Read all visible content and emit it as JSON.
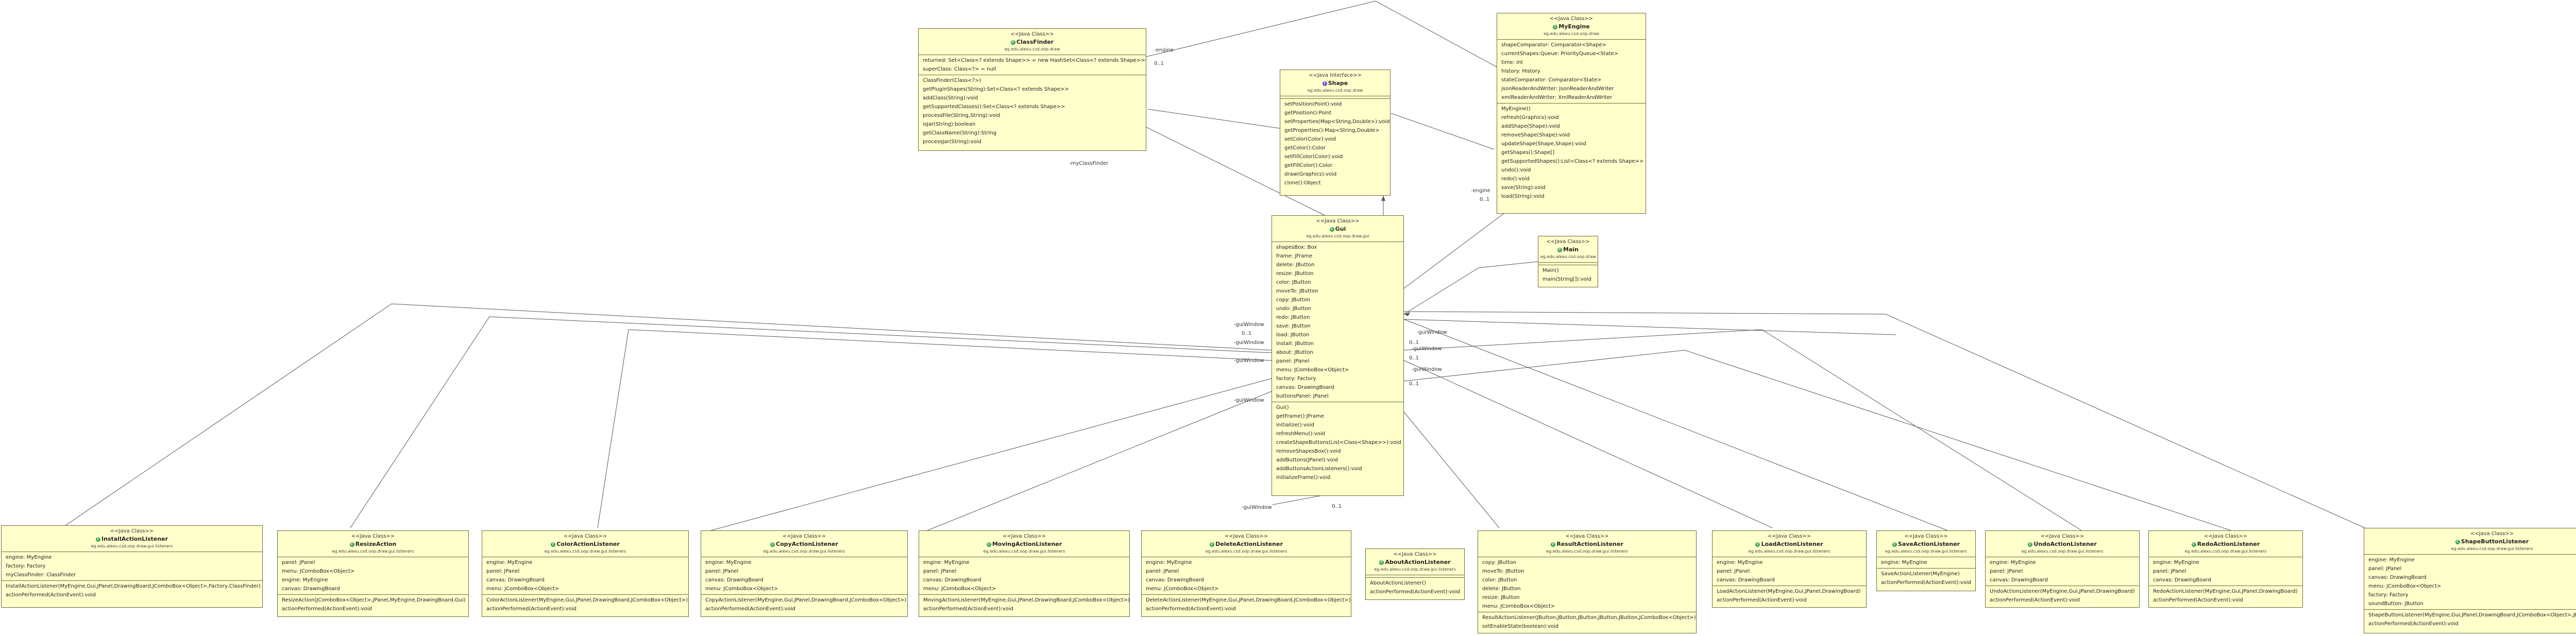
{
  "stereotypes": {
    "java_class": "<<Java Class>>",
    "java_interface": "<<Java Interface>>"
  },
  "classes": [
    {
      "id": "classfinder",
      "name": "ClassFinder",
      "pkg": "eg.edu.alexu.csd.oop.draw",
      "attrs": [
        "returned: Set<Class<? extends Shape>> = new HashSet<Class<? extends Shape>>()",
        "superClass: Class<?> = null"
      ],
      "ops": [
        "ClassFinder(Class<?>)",
        "getPluginShapes(String):Set<Class<? extends Shape>>",
        "addClass(String):void",
        "getSupportedClasses():Set<Class<? extends Shape>>",
        "processFile(String,String):void",
        "isJar(String):boolean",
        "getClassName(String):String",
        "processJar(String):void"
      ]
    },
    {
      "id": "shape",
      "name": "Shape",
      "pkg": "eg.edu.alexu.csd.oop.draw",
      "interface": true,
      "attrs": [],
      "ops": [
        "setPosition(Point):void",
        "getPosition():Point",
        "setProperties(Map<String,Double>):void",
        "getProperties():Map<String,Double>",
        "setColor(Color):void",
        "getColor():Color",
        "setFillColor(Color):void",
        "getFillColor():Color",
        "draw(Graphics):void",
        "clone():Object"
      ]
    },
    {
      "id": "myengine",
      "name": "MyEngine",
      "pkg": "eg.edu.alexu.csd.oop.draw",
      "attrs": [
        "shapeComparator: Comparator<Shape>",
        "currentShapes:Queue: PriorityQueue<State>",
        "time: int",
        "history: History",
        "stateComparator: Comparator<State>",
        "jsonReaderAndWriter: JsonReaderAndWriter",
        "xmlReaderAndWriter: XmlReaderAndWriter"
      ],
      "ops": [
        "MyEngine()",
        "refresh(Graphics):void",
        "addShape(Shape):void",
        "removeShape(Shape):void",
        "updateShape(Shape,Shape):void",
        "getShapes():Shape[]",
        "getSupportedShapes():List<Class<? extends Shape>>",
        "undo():void",
        "redo():void",
        "save(String):void",
        "load(String):void"
      ]
    },
    {
      "id": "gui",
      "name": "Gui",
      "pkg": "eg.edu.alexu.csd.oop.draw.gui",
      "attrs": [
        "shapesBox: Box",
        "frame: JFrame",
        "delete: JButton",
        "resize: JButton",
        "color: JButton",
        "moveTo: JButton",
        "copy: JButton",
        "undo: JButton",
        "redo: JButton",
        "save: JButton",
        "load: JButton",
        "install: JButton",
        "about: JButton",
        "panel: JPanel",
        "menu: JComboBox<Object>",
        "factory: Factory",
        "canvas: DrawingBoard",
        "buttonsPanel: JPanel"
      ],
      "ops": [
        "Gui()",
        "getFrame():JFrame",
        "initialize():void",
        "refreshMenu():void",
        "createShapeButtons(List<Class<Shape>>):void",
        "removeShapesBox():void",
        "addButtons(JPanel):void",
        "addButtonsActionListeners():void",
        "initializeFrame():void"
      ]
    },
    {
      "id": "main",
      "name": "Main",
      "pkg": "eg.edu.alexu.csd.oop.draw",
      "attrs": [],
      "ops": [
        "Main()",
        "main(String[]):void"
      ]
    },
    {
      "id": "install",
      "name": "InstallActionListener",
      "pkg": "eg.edu.alexu.csd.oop.draw.gui.listeners",
      "attrs": [
        "engine: MyEngine",
        "factory: Factory",
        "myClassFinder: ClassFinder"
      ],
      "ops": [
        "InstallActionListener(MyEngine,Gui,JPanel,DrawingBoard,JComboBox<Object>,Factory,ClassFinder)",
        "actionPerformed(ActionEvent):void"
      ]
    },
    {
      "id": "resize",
      "name": "ResizeAction",
      "pkg": "eg.edu.alexu.csd.oop.draw.gui.listeners",
      "attrs": [
        "panel: JPanel",
        "menu: JComboBox<Object>",
        "engine: MyEngine",
        "canvas: DrawingBoard"
      ],
      "ops": [
        "ResizeAction(JComboBox<Object>,JPanel,MyEngine,DrawingBoard,Gui)",
        "actionPerformed(ActionEvent):void"
      ]
    },
    {
      "id": "colorize",
      "name": "ColorActionListener",
      "pkg": "eg.edu.alexu.csd.oop.draw.gui.listeners",
      "attrs": [
        "engine: MyEngine",
        "panel: JPanel",
        "canvas: DrawingBoard",
        "menu: JComboBox<Object>"
      ],
      "ops": [
        "ColorActionListener(MyEngine,Gui,JPanel,DrawingBoard,JComboBox<Object>)",
        "actionPerformed(ActionEvent):void"
      ]
    },
    {
      "id": "copy",
      "name": "CopyActionListener",
      "pkg": "eg.edu.alexu.csd.oop.draw.gui.listeners",
      "attrs": [
        "engine: MyEngine",
        "panel: JPanel",
        "canvas: DrawingBoard",
        "menu: JComboBox<Object>"
      ],
      "ops": [
        "CopyActionListener(MyEngine,Gui,JPanel,DrawingBoard,JComboBox<Object>)",
        "actionPerformed(ActionEvent):void"
      ]
    },
    {
      "id": "moving",
      "name": "MovingActionListener",
      "pkg": "eg.edu.alexu.csd.oop.draw.gui.listeners",
      "attrs": [
        "engine: MyEngine",
        "panel: JPanel",
        "canvas: DrawingBoard",
        "menu: JComboBox<Object>"
      ],
      "ops": [
        "MovingActionListener(MyEngine,Gui,JPanel,DrawingBoard,JComboBox<Object>)",
        "actionPerformed(ActionEvent):void"
      ]
    },
    {
      "id": "delete",
      "name": "DeleteActionListener",
      "pkg": "eg.edu.alexu.csd.oop.draw.gui.listeners",
      "attrs": [
        "engine: MyEngine",
        "panel: JPanel",
        "canvas: DrawingBoard",
        "menu: JComboBox<Object>"
      ],
      "ops": [
        "DeleteActionListener(MyEngine,Gui,JPanel,DrawingBoard,JComboBox<Object>)",
        "actionPerformed(ActionEvent):void"
      ]
    },
    {
      "id": "about",
      "name": "AboutActionListener",
      "pkg": "eg.edu.alexu.csd.oop.draw.gui.listeners",
      "attrs": [],
      "ops": [
        "AboutActionListener()",
        "actionPerformed(ActionEvent):void"
      ]
    },
    {
      "id": "results",
      "name": "ResultActionListener",
      "pkg": "eg.edu.alexu.csd.oop.draw.gui.listeners",
      "attrs": [
        "copy: JButton",
        "moveTo: JButton",
        "color: JButton",
        "delete: JButton",
        "resize: JButton",
        "menu: JComboBox<Object>"
      ],
      "ops": [
        "ResultActionListener(JButton,JButton,JButton,JButton,JButton,JComboBox<Object>)",
        "setEnableState(boolean):void"
      ]
    },
    {
      "id": "load",
      "name": "LoadActionListener",
      "pkg": "eg.edu.alexu.csd.oop.draw.gui.listeners",
      "attrs": [
        "engine: MyEngine",
        "panel: JPanel",
        "canvas: DrawingBoard"
      ],
      "ops": [
        "LoadActionListener(MyEngine,Gui,JPanel,DrawingBoard)",
        "actionPerformed(ActionEvent):void"
      ]
    },
    {
      "id": "save",
      "name": "SaveActionListener",
      "pkg": "eg.edu.alexu.csd.oop.draw.gui.listeners",
      "attrs": [
        "engine: MyEngine"
      ],
      "ops": [
        "SaveActionListener(MyEngine)",
        "actionPerformed(ActionEvent):void"
      ]
    },
    {
      "id": "undo",
      "name": "UndoActionListener",
      "pkg": "eg.edu.alexu.csd.oop.draw.gui.listeners",
      "attrs": [
        "engine: MyEngine",
        "panel: JPanel",
        "canvas: DrawingBoard"
      ],
      "ops": [
        "UndoActionListener(MyEngine,Gui,JPanel,DrawingBoard)",
        "actionPerformed(ActionEvent):void"
      ]
    },
    {
      "id": "redo",
      "name": "RedoActionListener",
      "pkg": "eg.edu.alexu.csd.oop.draw.gui.listeners",
      "attrs": [
        "engine: MyEngine",
        "panel: JPanel",
        "canvas: DrawingBoard"
      ],
      "ops": [
        "RedoActionListener(MyEngine,Gui,JPanel,DrawingBoard)",
        "actionPerformed(ActionEvent):void"
      ]
    },
    {
      "id": "shapebtn",
      "name": "ShapeButtonListener",
      "pkg": "eg.edu.alexu.csd.oop.draw.gui.listeners",
      "attrs": [
        "engine: MyEngine",
        "panel: JPanel",
        "canvas: DrawingBoard",
        "menu: JComboBox<Object>",
        "factory: Factory",
        "soundButton: JButton"
      ],
      "ops": [
        "ShapeButtonListener(MyEngine,Gui,JPanel,DrawingBoard,JComboBox<Object>,JButton,Factory)",
        "actionPerformed(ActionEvent):void"
      ]
    }
  ],
  "edge_labels": {
    "engine": "-engine",
    "myclassfinder": "-myClassFinder",
    "guiwindow": "-guiWindow",
    "mult": "0..1"
  }
}
